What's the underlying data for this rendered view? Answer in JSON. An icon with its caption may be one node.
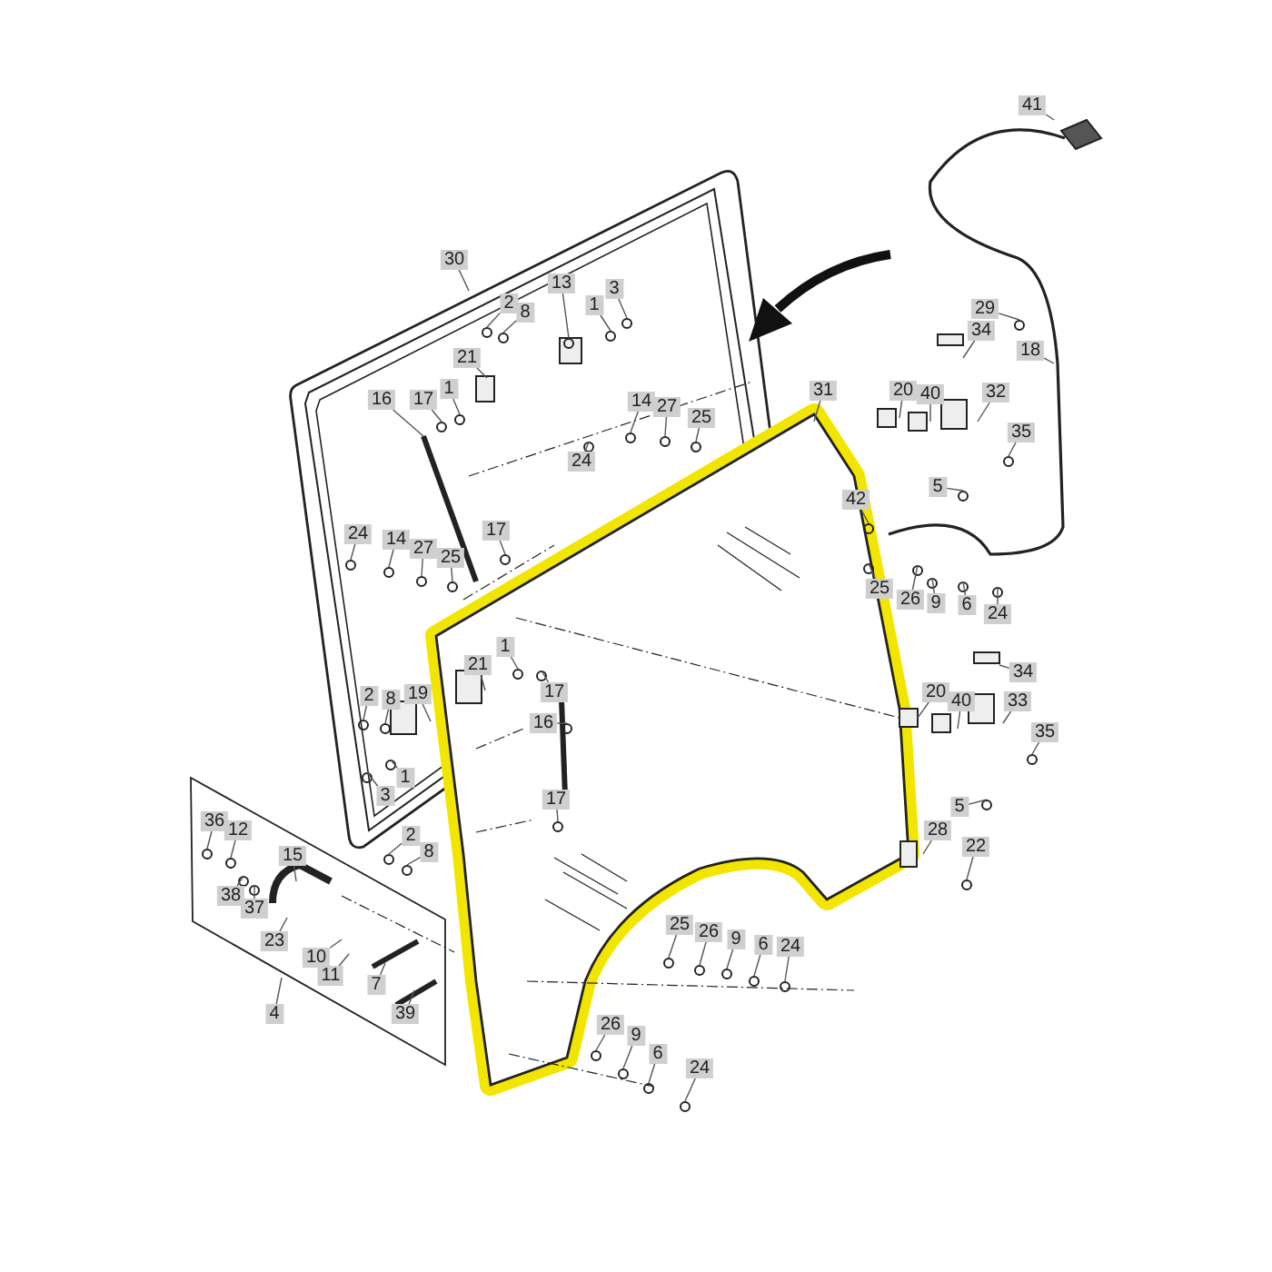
{
  "diagram": {
    "nodes": [
      {
        "text": [
          "41"
        ]
      },
      {
        "text": [
          "30"
        ]
      },
      {
        "text": [
          "2"
        ]
      },
      {
        "text": [
          "13"
        ]
      },
      {
        "text": [
          "3"
        ]
      },
      {
        "text": [
          "8"
        ]
      },
      {
        "text": [
          "1"
        ]
      },
      {
        "text": [
          "29"
        ]
      },
      {
        "text": [
          "34"
        ]
      },
      {
        "text": [
          "18"
        ]
      },
      {
        "text": [
          "21"
        ]
      },
      {
        "text": [
          "16"
        ]
      },
      {
        "text": [
          "17"
        ]
      },
      {
        "text": [
          "1"
        ]
      },
      {
        "text": [
          "20"
        ]
      },
      {
        "text": [
          "40"
        ]
      },
      {
        "text": [
          "32"
        ]
      },
      {
        "text": [
          "31"
        ]
      },
      {
        "text": [
          "14"
        ]
      },
      {
        "text": [
          "27"
        ]
      },
      {
        "text": [
          "25"
        ]
      },
      {
        "text": [
          "35"
        ]
      },
      {
        "text": [
          "24"
        ]
      },
      {
        "text": [
          "5"
        ]
      },
      {
        "text": [
          "42"
        ]
      },
      {
        "text": [
          "24"
        ]
      },
      {
        "text": [
          "14"
        ]
      },
      {
        "text": [
          "27"
        ]
      },
      {
        "text": [
          "25"
        ]
      },
      {
        "text": [
          "17"
        ]
      },
      {
        "text": [
          "25"
        ]
      },
      {
        "text": [
          "26"
        ]
      },
      {
        "text": [
          "9"
        ]
      },
      {
        "text": [
          "6"
        ]
      },
      {
        "text": [
          "24"
        ]
      },
      {
        "text": [
          "21"
        ]
      },
      {
        "text": [
          "1"
        ]
      },
      {
        "text": [
          "17"
        ]
      },
      {
        "text": [
          "34"
        ]
      },
      {
        "text": [
          "2"
        ]
      },
      {
        "text": [
          "8"
        ]
      },
      {
        "text": [
          "19"
        ]
      },
      {
        "text": [
          "20"
        ]
      },
      {
        "text": [
          "40"
        ]
      },
      {
        "text": [
          "33"
        ]
      },
      {
        "text": [
          "16"
        ]
      },
      {
        "text": [
          "35"
        ]
      },
      {
        "text": [
          "1"
        ]
      },
      {
        "text": [
          "3"
        ]
      },
      {
        "text": [
          "17"
        ]
      },
      {
        "text": [
          "5"
        ]
      },
      {
        "text": [
          "36"
        ]
      },
      {
        "text": [
          "12"
        ]
      },
      {
        "text": [
          "2"
        ]
      },
      {
        "text": [
          "8"
        ]
      },
      {
        "text": [
          "28"
        ]
      },
      {
        "text": [
          "22"
        ]
      },
      {
        "text": [
          "15"
        ]
      },
      {
        "text": [
          "38"
        ]
      },
      {
        "text": [
          "37"
        ]
      },
      {
        "text": [
          "23"
        ]
      },
      {
        "text": [
          "25"
        ]
      },
      {
        "text": [
          "26"
        ]
      },
      {
        "text": [
          "9"
        ]
      },
      {
        "text": [
          "6"
        ]
      },
      {
        "text": [
          "24"
        ]
      },
      {
        "text": [
          "10"
        ]
      },
      {
        "text": [
          "11"
        ]
      },
      {
        "text": [
          "7"
        ]
      },
      {
        "text": [
          "39"
        ]
      },
      {
        "text": [
          "4"
        ]
      },
      {
        "text": [
          "26"
        ]
      },
      {
        "text": [
          "9"
        ]
      },
      {
        "text": [
          "6"
        ]
      },
      {
        "text": [
          "24"
        ]
      }
    ],
    "edges": [
      {
        "from": 0,
        "to": null,
        "arrow": "none"
      },
      {
        "from": 1,
        "to": null,
        "arrow": "none"
      },
      {
        "from": 2,
        "to": null,
        "arrow": "none"
      },
      {
        "from": 3,
        "to": null,
        "arrow": "none"
      },
      {
        "from": 4,
        "to": null,
        "arrow": "none"
      },
      {
        "from": 5,
        "to": null,
        "arrow": "none"
      },
      {
        "from": 6,
        "to": null,
        "arrow": "none"
      },
      {
        "from": 7,
        "to": null,
        "arrow": "none"
      },
      {
        "from": 8,
        "to": null,
        "arrow": "none"
      },
      {
        "from": 9,
        "to": null,
        "arrow": "none"
      },
      {
        "from": 10,
        "to": null,
        "arrow": "none"
      },
      {
        "from": 11,
        "to": null,
        "arrow": "none"
      },
      {
        "from": 12,
        "to": null,
        "arrow": "none"
      },
      {
        "from": 13,
        "to": null,
        "arrow": "none"
      },
      {
        "from": 14,
        "to": null,
        "arrow": "none"
      },
      {
        "from": 15,
        "to": null,
        "arrow": "none"
      },
      {
        "from": 16,
        "to": null,
        "arrow": "none"
      },
      {
        "from": 17,
        "to": null,
        "arrow": "none"
      },
      {
        "from": 18,
        "to": null,
        "arrow": "none"
      },
      {
        "from": 19,
        "to": null,
        "arrow": "none"
      },
      {
        "from": 20,
        "to": null,
        "arrow": "none"
      },
      {
        "from": 21,
        "to": null,
        "arrow": "none"
      },
      {
        "from": 22,
        "to": null,
        "arrow": "none"
      },
      {
        "from": 23,
        "to": null,
        "arrow": "none"
      },
      {
        "from": 24,
        "to": null,
        "arrow": "none"
      },
      {
        "from": 25,
        "to": null,
        "arrow": "none"
      },
      {
        "from": 26,
        "to": null,
        "arrow": "none"
      },
      {
        "from": 27,
        "to": null,
        "arrow": "none"
      },
      {
        "from": 28,
        "to": null,
        "arrow": "none"
      },
      {
        "from": 29,
        "to": null,
        "arrow": "none"
      },
      {
        "from": 30,
        "to": null,
        "arrow": "none"
      },
      {
        "from": 31,
        "to": null,
        "arrow": "none"
      },
      {
        "from": 32,
        "to": null,
        "arrow": "none"
      },
      {
        "from": 33,
        "to": null,
        "arrow": "none"
      },
      {
        "from": 34,
        "to": null,
        "arrow": "none"
      },
      {
        "from": 35,
        "to": null,
        "arrow": "none"
      },
      {
        "from": 36,
        "to": null,
        "arrow": "none"
      },
      {
        "from": 37,
        "to": null,
        "arrow": "none"
      },
      {
        "from": 38,
        "to": null,
        "arrow": "none"
      },
      {
        "from": 39,
        "to": null,
        "arrow": "none"
      },
      {
        "from": 40,
        "to": null,
        "arrow": "none"
      },
      {
        "from": 41,
        "to": null,
        "arrow": "none"
      },
      {
        "from": 42,
        "to": null,
        "arrow": "none"
      },
      {
        "from": 43,
        "to": null,
        "arrow": "none"
      },
      {
        "from": 44,
        "to": null,
        "arrow": "none"
      },
      {
        "from": 45,
        "to": null,
        "arrow": "none"
      },
      {
        "from": 46,
        "to": null,
        "arrow": "none"
      },
      {
        "from": 47,
        "to": null,
        "arrow": "none"
      },
      {
        "from": 48,
        "to": null,
        "arrow": "none"
      },
      {
        "from": 49,
        "to": null,
        "arrow": "none"
      },
      {
        "from": 50,
        "to": null,
        "arrow": "none"
      },
      {
        "from": 51,
        "to": null,
        "arrow": "none"
      },
      {
        "from": 52,
        "to": null,
        "arrow": "none"
      },
      {
        "from": 53,
        "to": null,
        "arrow": "none"
      },
      {
        "from": 54,
        "to": null,
        "arrow": "none"
      },
      {
        "from": 55,
        "to": null,
        "arrow": "none"
      },
      {
        "from": 56,
        "to": null,
        "arrow": "none"
      },
      {
        "from": 57,
        "to": null,
        "arrow": "none"
      },
      {
        "from": 58,
        "to": null,
        "arrow": "none"
      },
      {
        "from": 59,
        "to": null,
        "arrow": "none"
      },
      {
        "from": 60,
        "to": null,
        "arrow": "none"
      },
      {
        "from": 61,
        "to": null,
        "arrow": "none"
      },
      {
        "from": 62,
        "to": null,
        "arrow": "none"
      },
      {
        "from": 63,
        "to": null,
        "arrow": "none"
      },
      {
        "from": 64,
        "to": null,
        "arrow": "none"
      },
      {
        "from": 65,
        "to": null,
        "arrow": "none"
      },
      {
        "from": 66,
        "to": null,
        "arrow": "none"
      },
      {
        "from": 67,
        "to": null,
        "arrow": "none"
      },
      {
        "from": 68,
        "to": null,
        "arrow": "none"
      },
      {
        "from": 69,
        "to": null,
        "arrow": "none"
      },
      {
        "from": 70,
        "to": null,
        "arrow": "none"
      },
      {
        "from": 71,
        "to": null,
        "arrow": "none"
      },
      {
        "from": 72,
        "to": null,
        "arrow": "none"
      },
      {
        "from": 73,
        "to": null,
        "arrow": "none"
      },
      {
        "from": 74,
        "to": null,
        "arrow": "none"
      }
    ]
  }
}
